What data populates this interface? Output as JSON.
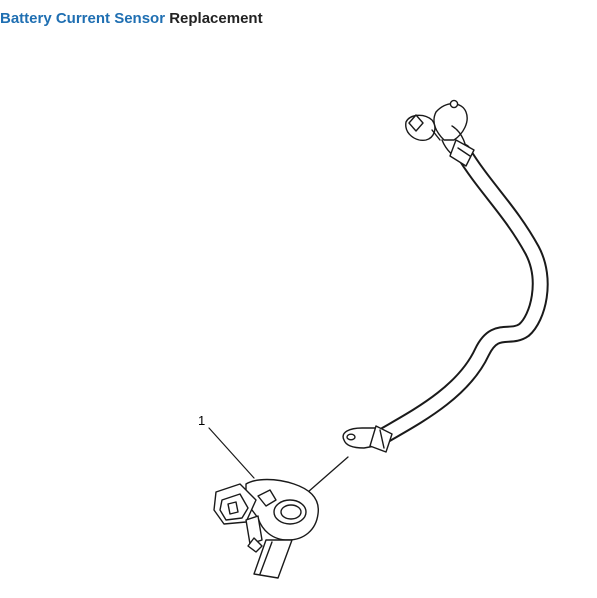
{
  "page": {
    "title_link": "Battery Current Sensor",
    "title_rest": " Replacement"
  },
  "figure": {
    "callouts": [
      {
        "label": "1"
      }
    ]
  }
}
